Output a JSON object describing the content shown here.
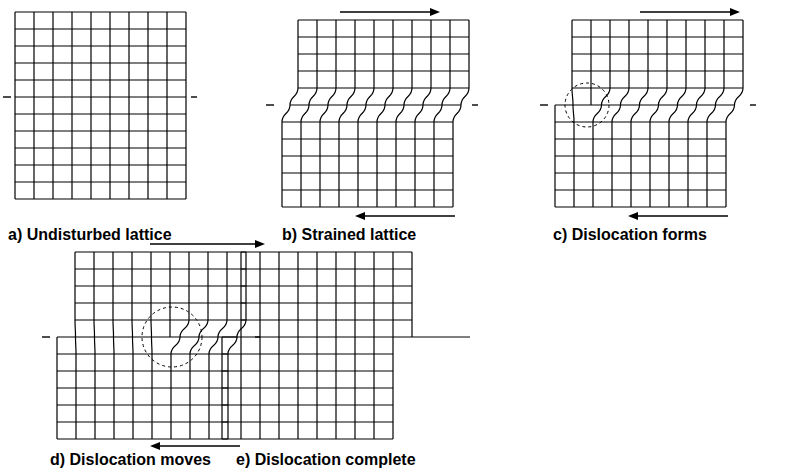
{
  "diagram": {
    "labels": [
      "a) Undisturbed lattice",
      "b) Strained lattice",
      "c) Dislocation forms",
      "d) Dislocation moves",
      "e) Dislocation complete"
    ]
  }
}
